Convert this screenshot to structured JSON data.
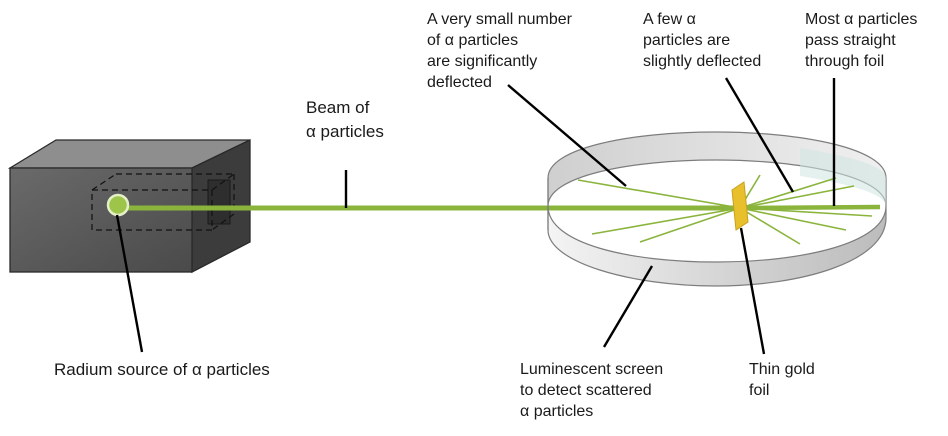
{
  "labels": {
    "beam": "Beam of\nα particles",
    "radium": "Radium source of α particles",
    "significant": "A very small number\nof α particles\nare significantly\ndeflected",
    "slight": "A few α\nparticles are\nslightly deflected",
    "straight": "Most α particles\npass straight\nthrough foil",
    "screen": "Luminescent screen\nto detect scattered\nα particles",
    "foil": "Thin gold\nfoil"
  },
  "colors": {
    "beam": "#8ab43c",
    "gold_foil": "#e8c02c",
    "box_front": "#565656",
    "box_top": "#8e8e8e",
    "box_side": "#3c3c3c",
    "screen": "#e1e1e1"
  }
}
